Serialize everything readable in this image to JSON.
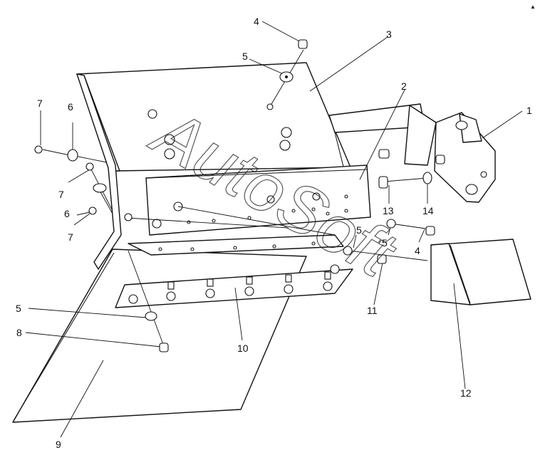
{
  "watermark": "AutoSoft",
  "corner_mark": "▲",
  "labels": {
    "l1": "1",
    "l2": "2",
    "l3": "3",
    "l4a": "4",
    "l4b": "4",
    "l5a": "5",
    "l5b": "5",
    "l5c": "5",
    "l5d": "5",
    "l6a": "6",
    "l6b": "6",
    "l7a": "7",
    "l7b": "7",
    "l7c": "7",
    "l8": "8",
    "l9": "9",
    "l10": "10",
    "l11": "11",
    "l12": "12",
    "l13": "13",
    "l14": "14"
  },
  "colors": {
    "line": "#111111",
    "background": "#ffffff"
  }
}
